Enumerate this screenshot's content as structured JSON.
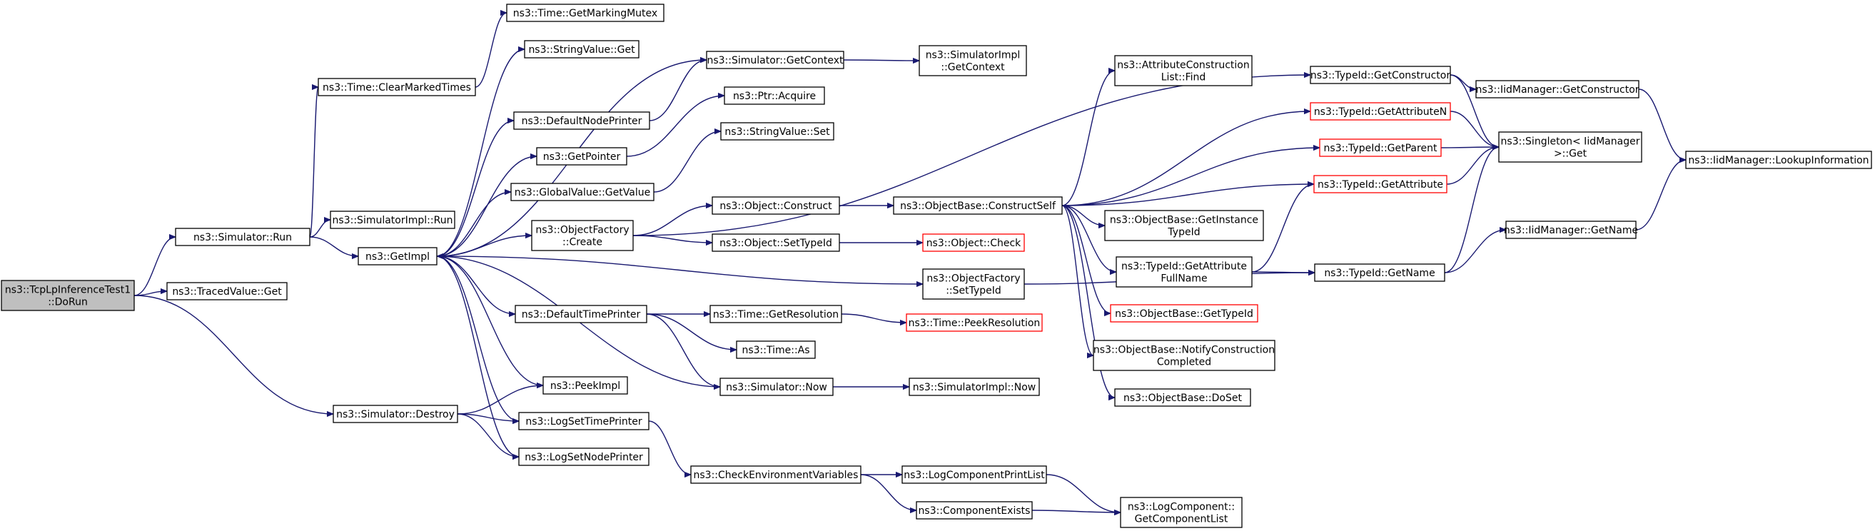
{
  "colors": {
    "edge": "#191970",
    "truncated_border": "#ff0000",
    "root_fill": "#bfbfbf"
  },
  "nodes": [
    {
      "id": "root",
      "lines": [
        "ns3::TcpLpInferenceTest1",
        "::DoRun"
      ],
      "kind": "root"
    },
    {
      "id": "simrun",
      "lines": [
        "ns3::Simulator::Run"
      ]
    },
    {
      "id": "tracedget",
      "lines": [
        "ns3::TracedValue::Get"
      ]
    },
    {
      "id": "simdestroy",
      "lines": [
        "ns3::Simulator::Destroy"
      ]
    },
    {
      "id": "clearmarked",
      "lines": [
        "ns3::Time::ClearMarkedTimes"
      ]
    },
    {
      "id": "implrun",
      "lines": [
        "ns3::SimulatorImpl::Run"
      ]
    },
    {
      "id": "getimpl",
      "lines": [
        "ns3::GetImpl"
      ]
    },
    {
      "id": "markmutex",
      "lines": [
        "ns3::Time::GetMarkingMutex"
      ]
    },
    {
      "id": "strget",
      "lines": [
        "ns3::StringValue::Get"
      ]
    },
    {
      "id": "defnode",
      "lines": [
        "ns3::DefaultNodePrinter"
      ]
    },
    {
      "id": "getpointer",
      "lines": [
        "ns3::GetPointer"
      ]
    },
    {
      "id": "gvget",
      "lines": [
        "ns3::GlobalValue::GetValue"
      ]
    },
    {
      "id": "ofcreate",
      "lines": [
        "ns3::ObjectFactory",
        "::Create"
      ]
    },
    {
      "id": "deftime",
      "lines": [
        "ns3::DefaultTimePrinter"
      ]
    },
    {
      "id": "peekimpl",
      "lines": [
        "ns3::PeekImpl"
      ]
    },
    {
      "id": "logtime",
      "lines": [
        "ns3::LogSetTimePrinter"
      ]
    },
    {
      "id": "lognode",
      "lines": [
        "ns3::LogSetNodePrinter"
      ]
    },
    {
      "id": "simctx",
      "lines": [
        "ns3::Simulator::GetContext"
      ]
    },
    {
      "id": "ptracq",
      "lines": [
        "ns3::Ptr::Acquire"
      ]
    },
    {
      "id": "strset",
      "lines": [
        "ns3::StringValue::Set"
      ]
    },
    {
      "id": "objconstruct",
      "lines": [
        "ns3::Object::Construct"
      ]
    },
    {
      "id": "objsettid",
      "lines": [
        "ns3::Object::SetTypeId"
      ]
    },
    {
      "id": "ofsettid",
      "lines": [
        "ns3::ObjectFactory",
        "::SetTypeId"
      ]
    },
    {
      "id": "getres",
      "lines": [
        "ns3::Time::GetResolution"
      ]
    },
    {
      "id": "timeas",
      "lines": [
        "ns3::Time::As"
      ]
    },
    {
      "id": "simnow",
      "lines": [
        "ns3::Simulator::Now"
      ]
    },
    {
      "id": "checkenv",
      "lines": [
        "ns3::CheckEnvironmentVariables"
      ]
    },
    {
      "id": "implctx",
      "lines": [
        "ns3::SimulatorImpl",
        "::GetContext"
      ]
    },
    {
      "id": "objcheck",
      "lines": [
        "ns3::Object::Check"
      ],
      "kind": "trunc"
    },
    {
      "id": "peekres",
      "lines": [
        "ns3::Time::PeekResolution"
      ],
      "kind": "trunc"
    },
    {
      "id": "implnow",
      "lines": [
        "ns3::SimulatorImpl::Now"
      ]
    },
    {
      "id": "logprint",
      "lines": [
        "ns3::LogComponentPrintList"
      ]
    },
    {
      "id": "compexists",
      "lines": [
        "ns3::ComponentExists"
      ]
    },
    {
      "id": "constructself",
      "lines": [
        "ns3::ObjectBase::ConstructSelf"
      ]
    },
    {
      "id": "attrfind",
      "lines": [
        "ns3::AttributeConstruction",
        "List::Find"
      ]
    },
    {
      "id": "getinst",
      "lines": [
        "ns3::ObjectBase::GetInstance",
        "TypeId"
      ]
    },
    {
      "id": "attrfull",
      "lines": [
        "ns3::TypeId::GetAttribute",
        "FullName"
      ]
    },
    {
      "id": "obgettid",
      "lines": [
        "ns3::ObjectBase::GetTypeId"
      ],
      "kind": "trunc"
    },
    {
      "id": "notify",
      "lines": [
        "ns3::ObjectBase::NotifyConstruction",
        "Completed"
      ]
    },
    {
      "id": "doset",
      "lines": [
        "ns3::ObjectBase::DoSet"
      ]
    },
    {
      "id": "getcomplist",
      "lines": [
        "ns3::LogComponent::",
        "GetComponentList"
      ]
    },
    {
      "id": "tidctor",
      "lines": [
        "ns3::TypeId::GetConstructor"
      ]
    },
    {
      "id": "tidattrn",
      "lines": [
        "ns3::TypeId::GetAttributeN"
      ],
      "kind": "trunc"
    },
    {
      "id": "tidparent",
      "lines": [
        "ns3::TypeId::GetParent"
      ],
      "kind": "trunc"
    },
    {
      "id": "tidattr",
      "lines": [
        "ns3::TypeId::GetAttribute"
      ],
      "kind": "trunc"
    },
    {
      "id": "tidname",
      "lines": [
        "ns3::TypeId::GetName"
      ]
    },
    {
      "id": "iidctor",
      "lines": [
        "ns3::IidManager::GetConstructor"
      ]
    },
    {
      "id": "singleton",
      "lines": [
        "ns3::Singleton< IidManager",
        ">::Get"
      ]
    },
    {
      "id": "iidname",
      "lines": [
        "ns3::IidManager::GetName"
      ]
    },
    {
      "id": "iidlookup",
      "lines": [
        "ns3::IidManager::LookupInformation"
      ]
    }
  ],
  "edges": [
    [
      "root",
      "simrun"
    ],
    [
      "root",
      "tracedget"
    ],
    [
      "root",
      "simdestroy"
    ],
    [
      "simrun",
      "clearmarked"
    ],
    [
      "simrun",
      "implrun"
    ],
    [
      "simrun",
      "getimpl"
    ],
    [
      "clearmarked",
      "markmutex"
    ],
    [
      "getimpl",
      "strget"
    ],
    [
      "getimpl",
      "simctx"
    ],
    [
      "getimpl",
      "defnode"
    ],
    [
      "getimpl",
      "getpointer"
    ],
    [
      "getimpl",
      "gvget"
    ],
    [
      "getimpl",
      "ofcreate"
    ],
    [
      "getimpl",
      "ofsettid"
    ],
    [
      "getimpl",
      "deftime"
    ],
    [
      "getimpl",
      "peekimpl"
    ],
    [
      "getimpl",
      "logtime"
    ],
    [
      "getimpl",
      "lognode"
    ],
    [
      "defnode",
      "simctx"
    ],
    [
      "getpointer",
      "ptracq"
    ],
    [
      "gvget",
      "strset"
    ],
    [
      "ofcreate",
      "tidctor"
    ],
    [
      "ofcreate",
      "objconstruct"
    ],
    [
      "ofcreate",
      "objsettid"
    ],
    [
      "ofsettid",
      "tidname"
    ],
    [
      "deftime",
      "getres"
    ],
    [
      "deftime",
      "timeas"
    ],
    [
      "deftime",
      "simnow"
    ],
    [
      "simdestroy",
      "peekimpl"
    ],
    [
      "simdestroy",
      "logtime"
    ],
    [
      "simdestroy",
      "lognode"
    ],
    [
      "logtime",
      "checkenv"
    ],
    [
      "simctx",
      "implctx"
    ],
    [
      "objsettid",
      "objcheck"
    ],
    [
      "getres",
      "peekres"
    ],
    [
      "simnow",
      "getimpl"
    ],
    [
      "simnow",
      "implnow"
    ],
    [
      "checkenv",
      "logprint"
    ],
    [
      "checkenv",
      "compexists"
    ],
    [
      "logprint",
      "getcomplist"
    ],
    [
      "compexists",
      "getcomplist"
    ],
    [
      "objconstruct",
      "constructself"
    ],
    [
      "constructself",
      "attrfind"
    ],
    [
      "constructself",
      "tidattrn"
    ],
    [
      "constructself",
      "tidparent"
    ],
    [
      "constructself",
      "tidattr"
    ],
    [
      "constructself",
      "getinst"
    ],
    [
      "constructself",
      "attrfull"
    ],
    [
      "constructself",
      "obgettid"
    ],
    [
      "constructself",
      "notify"
    ],
    [
      "constructself",
      "doset"
    ],
    [
      "attrfull",
      "tidattr"
    ],
    [
      "attrfull",
      "tidname"
    ],
    [
      "tidctor",
      "iidctor"
    ],
    [
      "tidctor",
      "singleton"
    ],
    [
      "tidattrn",
      "singleton"
    ],
    [
      "tidparent",
      "singleton"
    ],
    [
      "tidattr",
      "singleton"
    ],
    [
      "tidname",
      "singleton"
    ],
    [
      "tidname",
      "iidname"
    ],
    [
      "iidctor",
      "iidlookup"
    ],
    [
      "iidname",
      "iidlookup"
    ]
  ]
}
